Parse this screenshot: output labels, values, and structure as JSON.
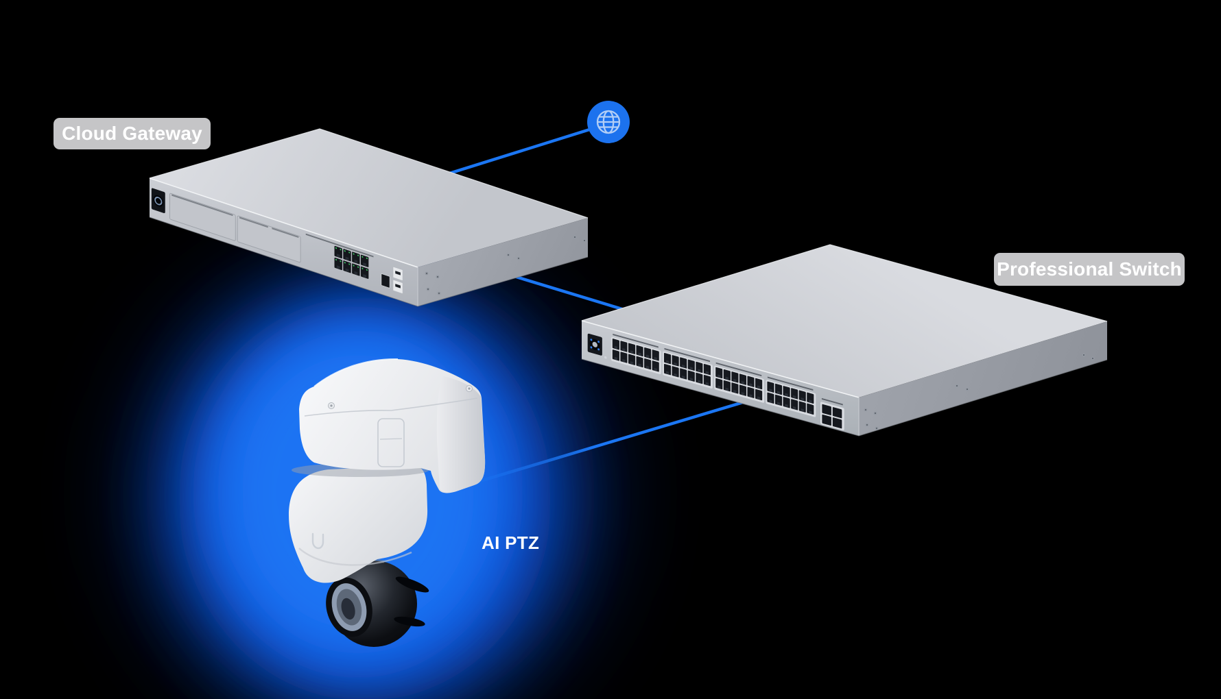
{
  "colors": {
    "background": "#000000",
    "connection_blue": "#1b76f3",
    "glow_blue": "#1166ec",
    "label_background": "#c5c5c7",
    "label_text": "#ffffff"
  },
  "labels": {
    "cloud_gateway": "Cloud Gateway",
    "professional_switch": "Professional Switch",
    "ai_ptz": "AI PTZ"
  },
  "icons": {
    "internet": "globe-icon"
  },
  "connections": [
    {
      "from": "internet",
      "to": "cloud-gateway"
    },
    {
      "from": "cloud-gateway",
      "to": "professional-switch"
    },
    {
      "from": "professional-switch",
      "to": "ai-ptz"
    }
  ]
}
